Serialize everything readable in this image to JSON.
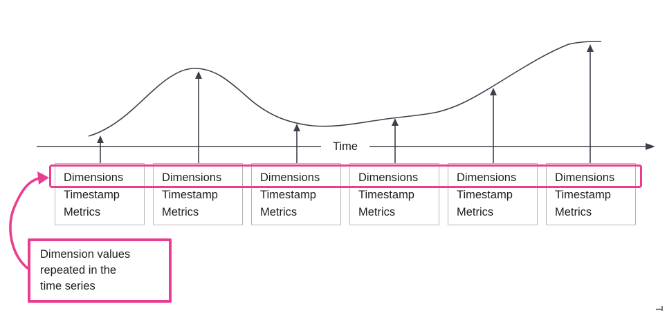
{
  "diagram": {
    "title_hint": "Time series records diagram",
    "axis": {
      "label": "Time"
    },
    "record_boxes": [
      {
        "dimensions": "Dimensions",
        "timestamp": "Timestamp",
        "metrics": "Metrics"
      },
      {
        "dimensions": "Dimensions",
        "timestamp": "Timestamp",
        "metrics": "Metrics"
      },
      {
        "dimensions": "Dimensions",
        "timestamp": "Timestamp",
        "metrics": "Metrics"
      },
      {
        "dimensions": "Dimensions",
        "timestamp": "Timestamp",
        "metrics": "Metrics"
      },
      {
        "dimensions": "Dimensions",
        "timestamp": "Timestamp",
        "metrics": "Metrics"
      },
      {
        "dimensions": "Dimensions",
        "timestamp": "Timestamp",
        "metrics": "Metrics"
      }
    ],
    "callout": {
      "lines": [
        "Dimension values",
        "repeated in the",
        "time series"
      ]
    },
    "colors": {
      "accent_pink": "#eb3d8f",
      "line_dark": "#3c4049",
      "box_border": "#b5b5b5",
      "text": "#1e1e1e",
      "background": "#ffffff"
    }
  }
}
